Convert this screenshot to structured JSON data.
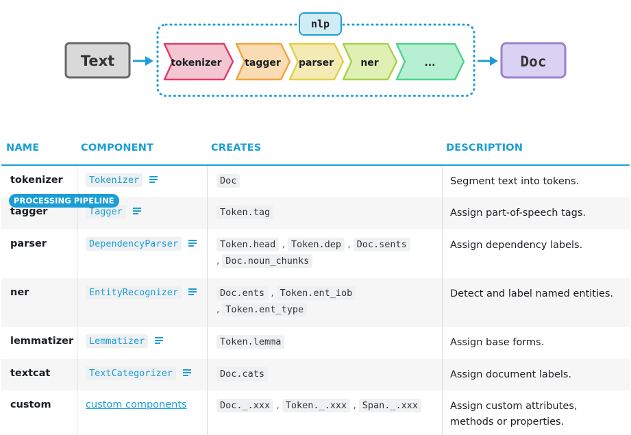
{
  "diagram": {
    "input": "Text",
    "output": "Doc",
    "container_label": "nlp",
    "steps": [
      {
        "label": "tokenizer",
        "fill": "#f3c6d2",
        "stroke": "#e03c6c"
      },
      {
        "label": "tagger",
        "fill": "#f9dcb3",
        "stroke": "#f0a43a"
      },
      {
        "label": "parser",
        "fill": "#f4ebb4",
        "stroke": "#e3cf4a"
      },
      {
        "label": "ner",
        "fill": "#dff0b4",
        "stroke": "#a9d24a"
      },
      {
        "label": "...",
        "fill": "#b7efd3",
        "stroke": "#4fd48e"
      }
    ],
    "colors": {
      "text_box_fill": "#d9d9d9",
      "text_box_stroke": "#666666",
      "doc_box_fill": "#d9d2f2",
      "doc_box_stroke": "#9a80cf",
      "accent": "#1a9ed6",
      "nlp_fill": "#d1ecf5"
    }
  },
  "badge": "PROCESSING PIPELINE",
  "table": {
    "headers": [
      "NAME",
      "COMPONENT",
      "CREATES",
      "DESCRIPTION"
    ],
    "rows": [
      {
        "name": "tokenizer",
        "component": "Tokenizer",
        "creates": [
          "Doc"
        ],
        "description": "Segment text into tokens."
      },
      {
        "name": "tagger",
        "component": "Tagger",
        "creates": [
          "Token.tag"
        ],
        "description": "Assign part-of-speech tags."
      },
      {
        "name": "parser",
        "component": "DependencyParser",
        "creates": [
          "Token.head",
          "Token.dep",
          "Doc.sents",
          "Doc.noun_chunks"
        ],
        "description": "Assign dependency labels."
      },
      {
        "name": "ner",
        "component": "EntityRecognizer",
        "creates": [
          "Doc.ents",
          "Token.ent_iob",
          "Token.ent_type"
        ],
        "description": "Detect and label named entities."
      },
      {
        "name": "lemmatizer",
        "component": "Lemmatizer",
        "creates": [
          "Token.lemma"
        ],
        "description": "Assign base forms."
      },
      {
        "name": "textcat",
        "component": "TextCategorizer",
        "creates": [
          "Doc.cats"
        ],
        "description": "Assign document labels."
      },
      {
        "name": "custom",
        "component_link": "custom components",
        "creates": [
          "Doc._.xxx",
          "Token._.xxx",
          "Span._.xxx"
        ],
        "description": "Assign custom attributes, methods or properties."
      }
    ]
  }
}
